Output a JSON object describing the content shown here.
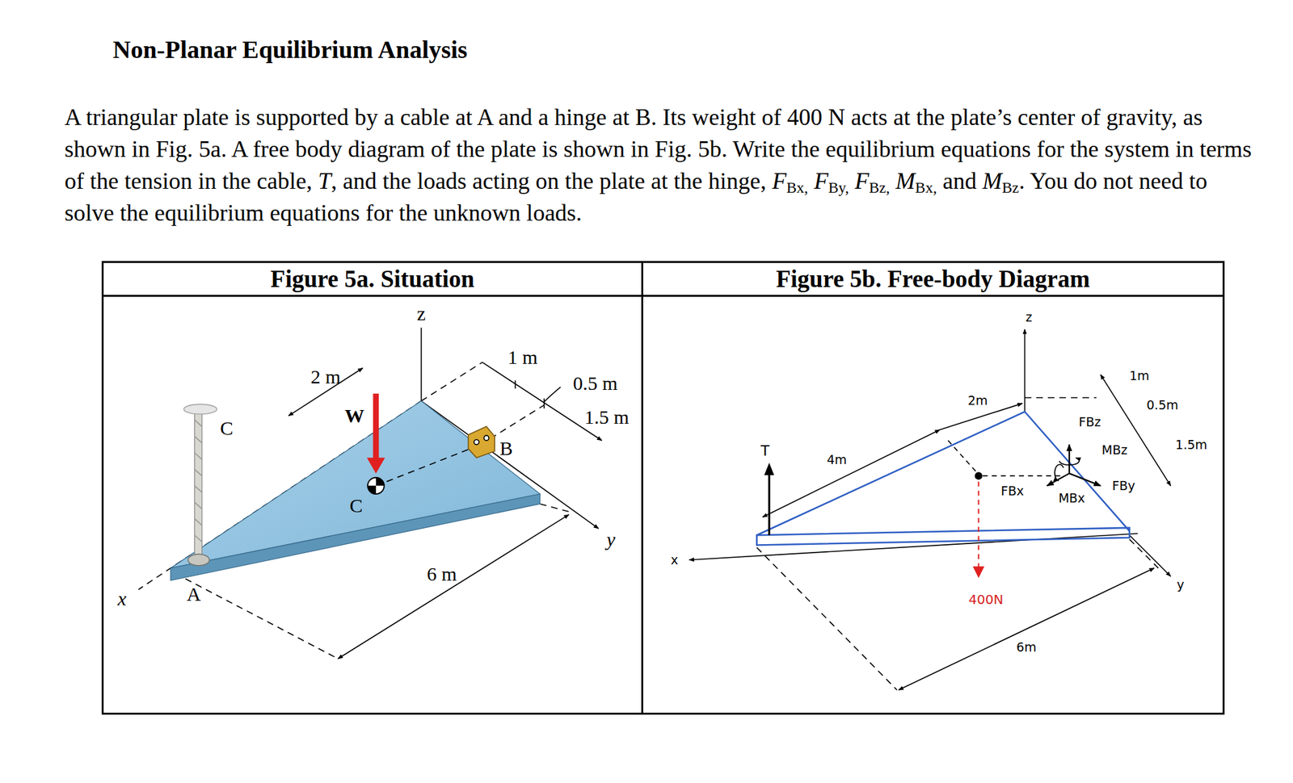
{
  "diagram": {
    "title": "Non-Planar Equilibrium Analysis",
    "nodes": [
      {
        "text": [
          "Figure 5a. Situation"
        ]
      },
      {
        "text": [
          "Figure 5b. Free-body Diagram"
        ]
      }
    ],
    "labels": [
      "A triangular plate is supported by a cable at A and a hinge at B. Its weight of 400 N acts at the plate’s center of gravity, as shown in Fig. 5a. A free body diagram of the plate is shown in Fig. 5b. Write the equilibrium equations for the system in terms of the tension in the cable,",
      "T",
      ", and the loads acting on the plate at the hinge,",
      "F",
      "Bx,",
      "F",
      "By,",
      "F",
      "Bz,",
      "M",
      "Bx,",
      "and",
      "M",
      "Bz",
      ". You do not need to solve the equilibrium equations for the unknown loads.",
      "z",
      "2 m",
      "W",
      "C",
      "C",
      "1 m",
      "0.5 m",
      "1.5 m",
      "B",
      "6 m",
      "y",
      "x",
      "A",
      "z",
      "2m",
      "T",
      "4m",
      "FBz",
      "MBz",
      "FBx",
      "MBx",
      "FBy",
      "1m",
      "0.5m",
      "1.5m",
      "x",
      "400N",
      "6m",
      "y"
    ]
  }
}
